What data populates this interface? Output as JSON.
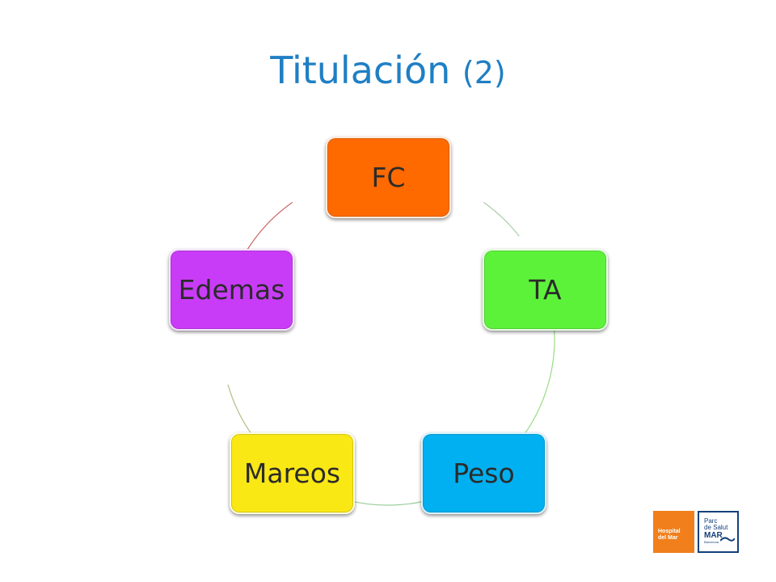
{
  "title": {
    "main": "Titulación",
    "suffix": "(2)",
    "color": "#1f7fc4"
  },
  "cycle": {
    "nodes": [
      {
        "label": "FC",
        "color": "#ff6a00"
      },
      {
        "label": "TA",
        "color": "#5df23a"
      },
      {
        "label": "Peso",
        "color": "#00b0f0"
      },
      {
        "label": "Mareos",
        "color": "#fae815"
      },
      {
        "label": "Edemas",
        "color": "#c93cf7"
      }
    ],
    "arrow_colors": [
      "#aaccaa",
      "#99dd88",
      "#99cc99",
      "#bbbb88",
      "#cc6666"
    ]
  },
  "logos": {
    "hospital": {
      "line1": "Hospital",
      "line2": "del Mar",
      "color": "#f07f1c"
    },
    "parc": {
      "line1": "Parc",
      "line2": "de Salut",
      "line3": "MAR",
      "line4": "Barcelona",
      "color": "#15407a"
    }
  }
}
